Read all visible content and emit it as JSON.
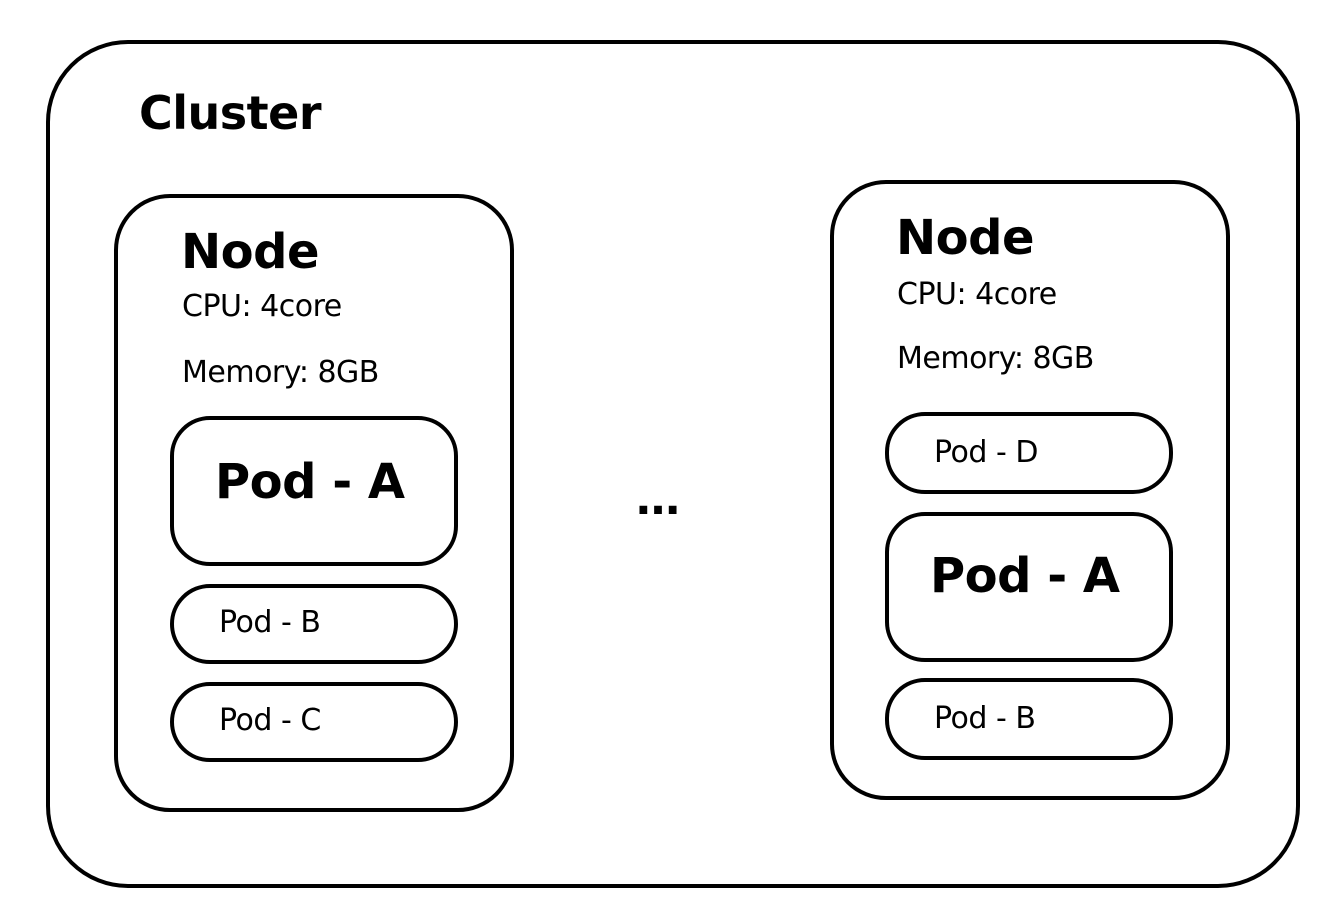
{
  "cluster": {
    "title": "Cluster"
  },
  "nodes": [
    {
      "title": "Node",
      "cpu": "CPU: 4core",
      "memory": "Memory: 8GB",
      "pods": [
        "Pod - A",
        "Pod - B",
        "Pod - C"
      ]
    },
    {
      "title": "Node",
      "cpu": "CPU: 4core",
      "memory": "Memory: 8GB",
      "pods": [
        "Pod - D",
        "Pod - A",
        "Pod - B"
      ]
    }
  ],
  "ellipsis": "…"
}
